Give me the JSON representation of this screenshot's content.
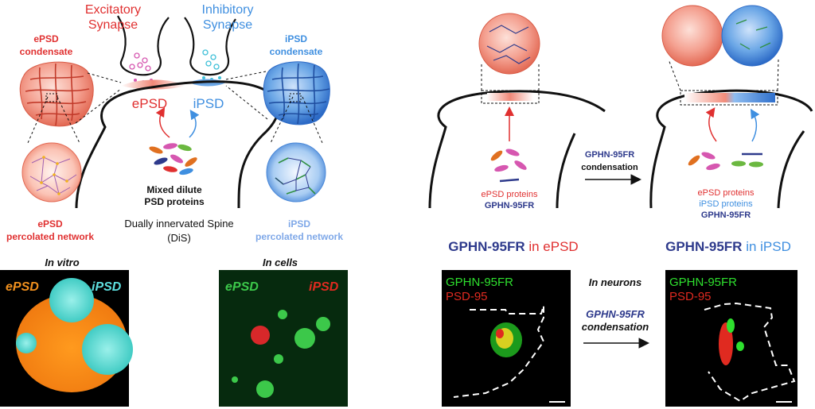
{
  "left_panel": {
    "excitatory_synapse_line1": "Excitatory",
    "excitatory_synapse_line2": "Synapse",
    "inhibitory_synapse_line1": "Inhibitory",
    "inhibitory_synapse_line2": "Synapse",
    "epsd_condensate_line1": "ePSD",
    "epsd_condensate_line2": "condensate",
    "ipsd_condensate_line1": "iPSD",
    "ipsd_condensate_line2": "condensate",
    "epsd_label": "ePSD",
    "ipsd_label": "iPSD",
    "mixed_line1": "Mixed dilute",
    "mixed_line2": "PSD proteins",
    "spine_line1": "Dually innervated Spine",
    "spine_line2": "(DiS)",
    "epsd_network_line1": "ePSD",
    "epsd_network_line2": "percolated network",
    "ipsd_network_line1": "iPSD",
    "ipsd_network_line2": "percolated network"
  },
  "right_panel": {
    "epsd_proteins": "ePSD proteins",
    "gphn_label": "GPHN-95FR",
    "ipsd_proteins": "iPSD proteins",
    "arrow_line1": "GPHN-95FR",
    "arrow_line2": "condensation",
    "title_left_bold": "GPHN-95FR",
    "title_left_rest": " in ePSD",
    "title_right_bold": "GPHN-95FR",
    "title_right_rest": " in iPSD"
  },
  "bottom": {
    "in_vitro": "In vitro",
    "in_vitro_epsd": "ePSD",
    "in_vitro_ipsd": "iPSD",
    "in_cells": "In cells",
    "in_cells_epsd": "ePSD",
    "in_cells_ipsd": "iPSD",
    "neuron_gphn": "GPHN-95FR",
    "neuron_psd95": "PSD-95",
    "in_neurons": "In neurons",
    "neuron_arrow_line1": "GPHN-95FR",
    "neuron_arrow_line2": "condensation"
  },
  "colors": {
    "excitatory": "#e03030",
    "inhibitory": "#3f8fe0",
    "gphn_navy": "#2e3a8c",
    "epsd_fill": "#f49a88",
    "ipsd_fill": "#4f8fd8"
  }
}
